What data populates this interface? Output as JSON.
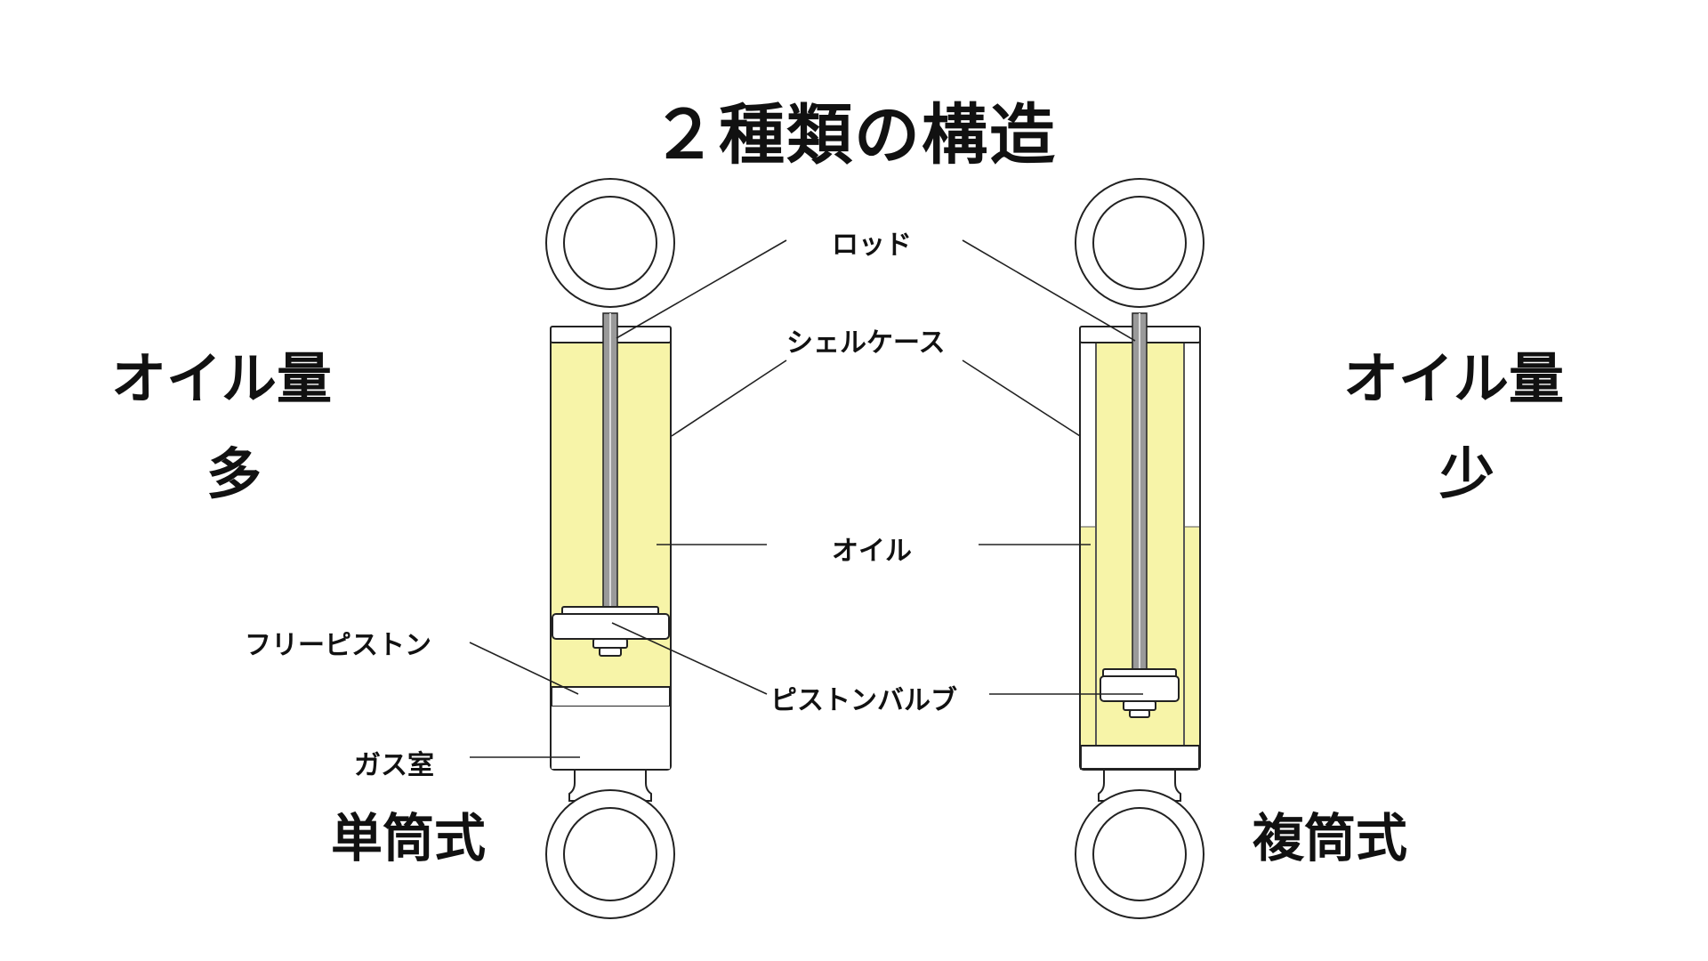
{
  "title": "２種類の構造",
  "left": {
    "oil_amount_label": "オイル量",
    "oil_amount_value": "多",
    "type_name": "単筒式"
  },
  "right": {
    "oil_amount_label": "オイル量",
    "oil_amount_value": "少",
    "type_name": "複筒式"
  },
  "callouts": {
    "rod": "ロッド",
    "shell_case": "シェルケース",
    "oil": "オイル",
    "free_piston": "フリーピストン",
    "piston_valve": "ピストンバルブ",
    "gas_chamber": "ガス室"
  },
  "colors": {
    "oil": "#f7f4a8",
    "outline": "#222222",
    "rod": "#9a9a9a",
    "background": "#ffffff"
  }
}
